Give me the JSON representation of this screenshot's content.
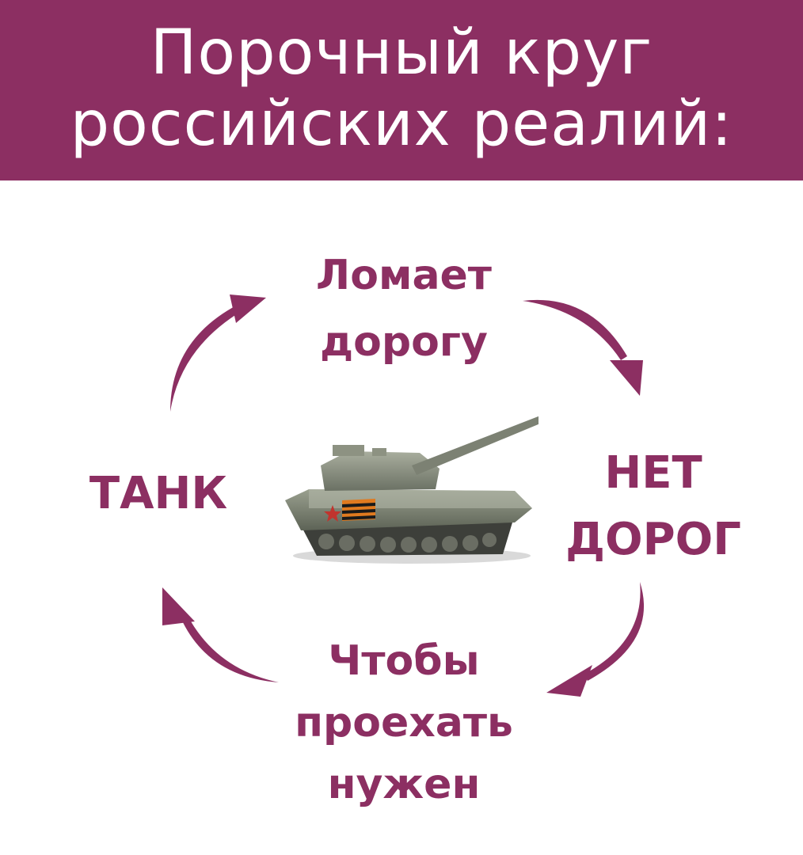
{
  "title": {
    "line1": "Порочный круг",
    "line2": "российских реалий:"
  },
  "cycle": {
    "top": [
      "Ломает",
      "дорогу"
    ],
    "right": [
      "НЕТ",
      "ДОРОГ"
    ],
    "bottom": [
      "Чтобы",
      "проехать",
      "нужен"
    ],
    "left": [
      "ТАНК"
    ]
  },
  "colors": {
    "accent": "#8c2f62",
    "header_text": "#ffffff",
    "background": "#ffffff"
  },
  "icons": {
    "center": "tank-image",
    "arrows": "curved-arrow-icon"
  }
}
